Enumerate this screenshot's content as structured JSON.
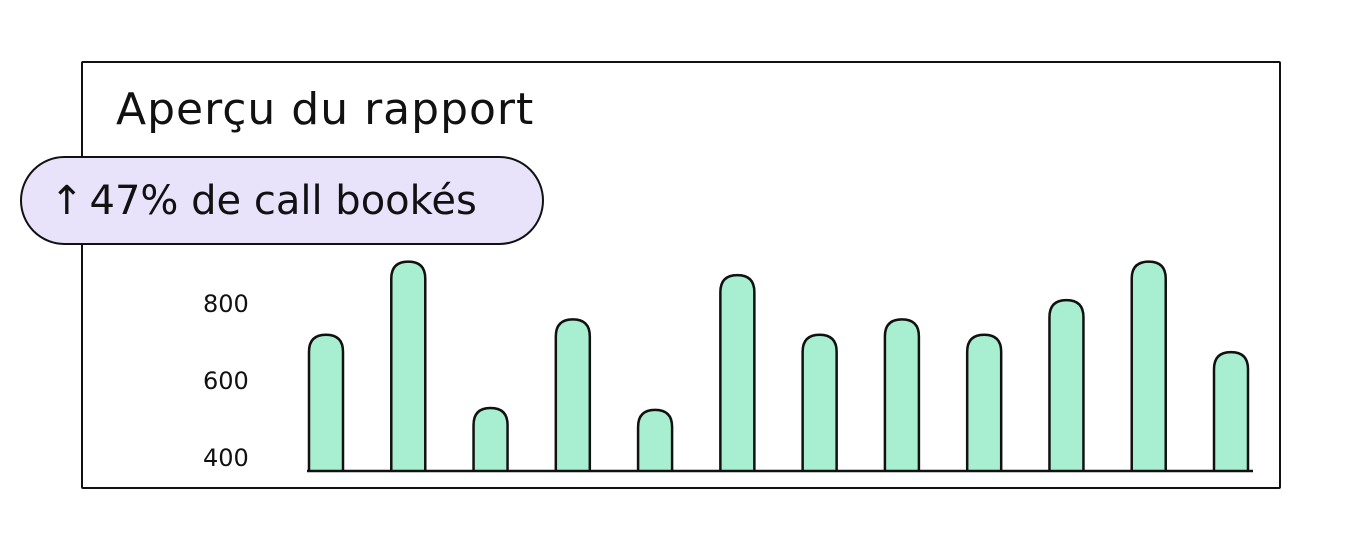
{
  "card": {
    "title": "Aperçu du rapport",
    "badge": {
      "icon": "arrow-up-icon",
      "arrow": "↑",
      "text": "47% de call bookés",
      "background": "#e9e2fb"
    }
  },
  "chart_data": {
    "type": "bar",
    "title": "",
    "xlabel": "",
    "ylabel": "",
    "y_ticks": [
      "800",
      "600",
      "400"
    ],
    "values": [
      720,
      910,
      530,
      760,
      525,
      875,
      720,
      760,
      720,
      810,
      910,
      675
    ],
    "ylim": [
      400,
      800
    ],
    "bar_color": "#a8efd2",
    "stroke_color": "#111111",
    "grid": false,
    "legend": "none"
  }
}
